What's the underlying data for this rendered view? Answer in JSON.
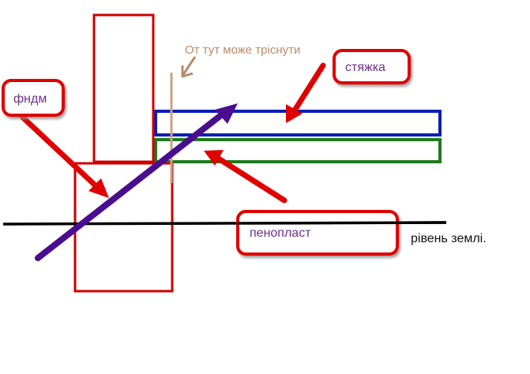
{
  "labels": {
    "foundation": "фндм",
    "screed": "стяжка",
    "foam": "пенопласт",
    "crack_note": "От тут може тріснути",
    "ground": "рівень землі."
  },
  "colors": {
    "red_outline": "#d40000",
    "callout_shadow": "#9a9a9a",
    "blue_layer": "#0a1fb5",
    "green_layer": "#1e7a1e",
    "purple_arrow": "#4a0d8f",
    "brown_line": "#c8a283",
    "ground_line": "#000000",
    "label_purple": "#6b2f8a"
  },
  "icons": [
    "red-arrow-icon",
    "purple-arrow-icon",
    "brown-arrow-icon"
  ]
}
